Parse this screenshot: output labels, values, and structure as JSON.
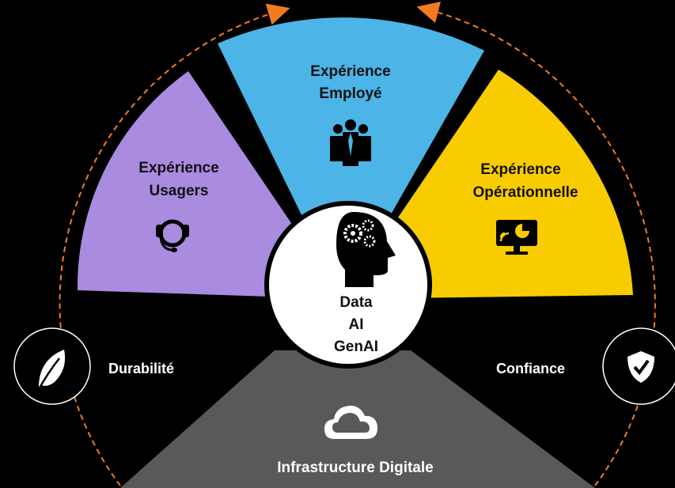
{
  "sectors": {
    "usagers": {
      "line1": "Expérience",
      "line2": "Usagers",
      "color": "#a98be0",
      "icon": "headset-icon"
    },
    "employe": {
      "line1": "Expérience",
      "line2": "Employé",
      "color": "#4cb4e6",
      "icon": "team-icon"
    },
    "operationnelle": {
      "line1": "Expérience",
      "line2": "Opérationnelle",
      "color": "#f8cc00",
      "icon": "monitor-analytics-icon"
    }
  },
  "center": {
    "line1": "Data",
    "line2": "AI",
    "line3": "GenAI",
    "icon": "brain-gears-icon"
  },
  "base": {
    "label": "Infrastructure Digitale",
    "color": "#595959",
    "icon": "cloud-icon"
  },
  "left_badge": {
    "label": "Durabilité",
    "icon": "leaf-icon"
  },
  "right_badge": {
    "label": "Confiance",
    "icon": "shield-check-icon"
  },
  "colors": {
    "background": "#000000",
    "arrows": "#f47a20",
    "text_dark": "#111111",
    "text_light": "#ffffff"
  }
}
